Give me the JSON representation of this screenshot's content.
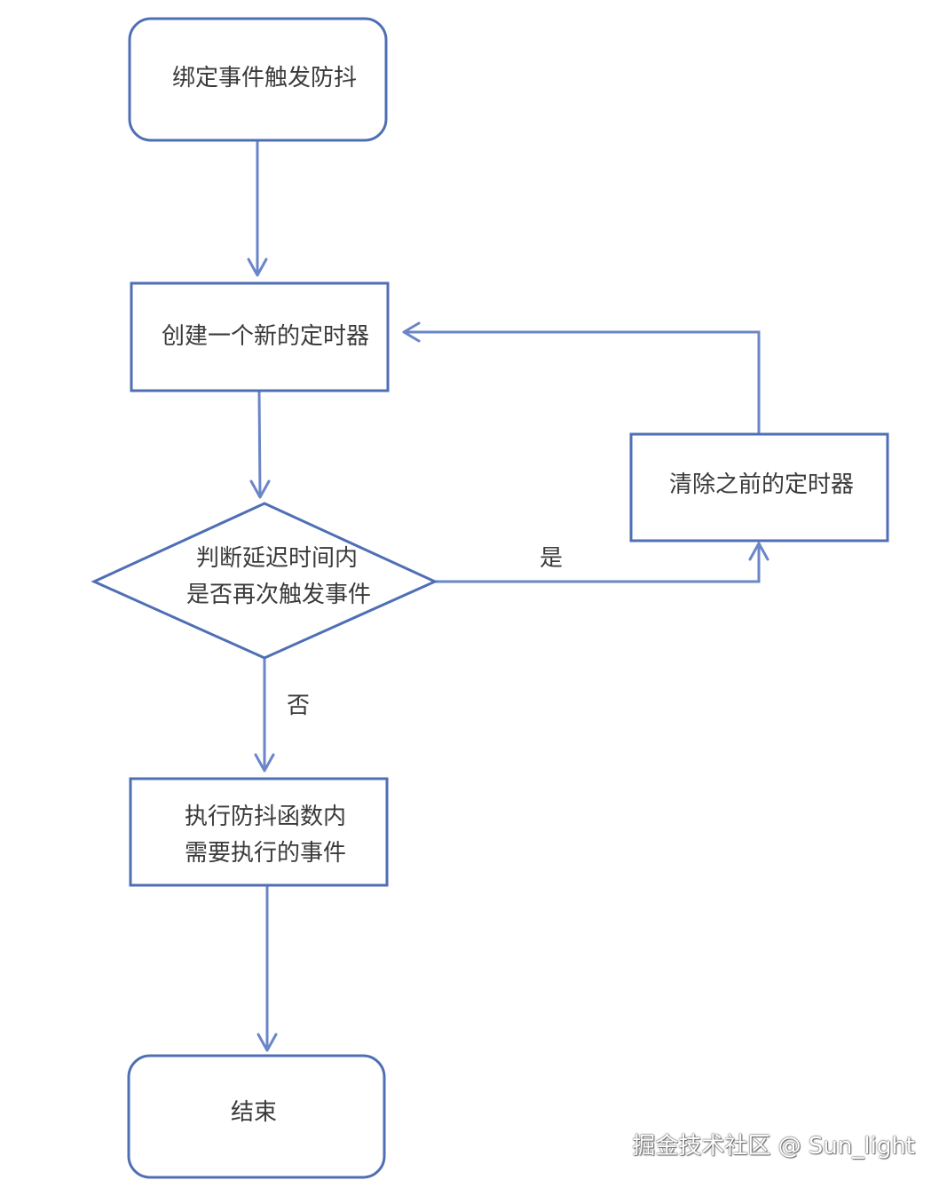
{
  "nodes": {
    "start": {
      "lines": [
        "绑定事件触发防抖"
      ]
    },
    "create_timer": {
      "lines": [
        "创建一个新的定时器"
      ]
    },
    "decision": {
      "lines": [
        "判断延迟时间内",
        "是否再次触发事件"
      ]
    },
    "clear_timer": {
      "lines": [
        "清除之前的定时器"
      ]
    },
    "execute": {
      "lines": [
        "执行防抖函数内",
        "需要执行的事件"
      ]
    },
    "end": {
      "lines": [
        "结束"
      ]
    }
  },
  "edges": {
    "yes_label": "是",
    "no_label": "否"
  },
  "watermark": "掘金技术社区 @ Sun_light",
  "colors": {
    "shape_stroke": "#4f6fb5",
    "edge_stroke": "#6a86c8",
    "text": "#3a3a3a"
  }
}
